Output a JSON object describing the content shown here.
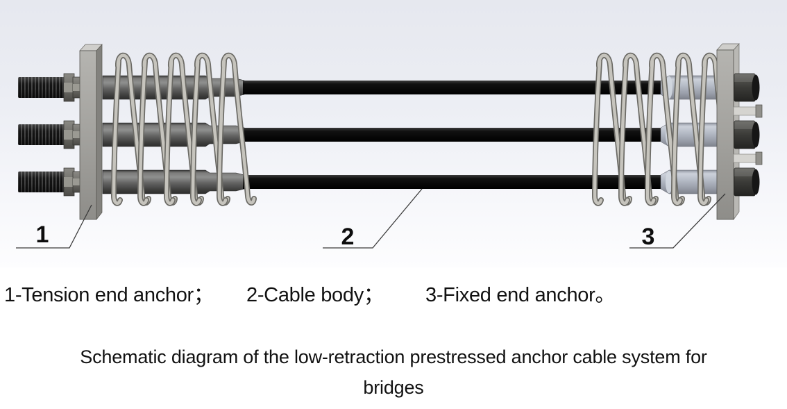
{
  "diagram": {
    "callouts": [
      {
        "number": "1"
      },
      {
        "number": "2"
      },
      {
        "number": "3"
      }
    ],
    "colors": {
      "background_top": "#e6e8ef",
      "background_bottom": "#fdfdfe",
      "cable": "#0b0b0b",
      "sleeve_dark": "#5a5a58",
      "sleeve_light": "#b4bac4",
      "spring": "#c6c4bd",
      "plate": "#a7a6a2",
      "nut_dark": "#3f3f3b",
      "leader_line": "#3a3a3a",
      "text": "#111111"
    }
  },
  "caption": {
    "items": [
      {
        "text": "1-Tension end anchor；"
      },
      {
        "text": "2-Cable body；"
      },
      {
        "text": "3-Fixed end anchor。"
      }
    ]
  },
  "title": {
    "line1": "Schematic diagram of the low-retraction prestressed anchor cable system for",
    "line2": "bridges"
  }
}
